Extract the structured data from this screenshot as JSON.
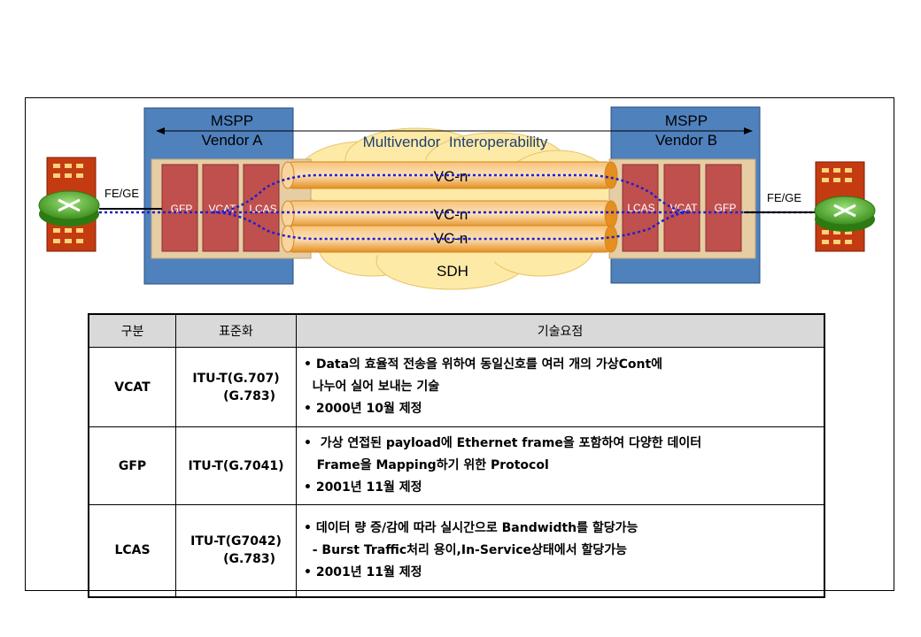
{
  "diagram": {
    "vendor_a": {
      "title": "MSPP",
      "subtitle": "Vendor A",
      "modules": [
        "GFP",
        "VCAT",
        "LCAS"
      ]
    },
    "vendor_b": {
      "title": "MSPP",
      "subtitle": "Vendor B",
      "modules": [
        "LCAS",
        "VCAT",
        "GFP"
      ]
    },
    "interop_label": "Multivendor  Interoperability",
    "pipes": [
      "VC-n",
      "VC-n",
      "VC-n"
    ],
    "cloud_label": "SDH",
    "left_port": "FE/GE",
    "right_port": "FE/GE",
    "colors": {
      "vendor_box": "#4f81bd",
      "module": "#c0504d",
      "inner": "#e6cda4",
      "pipe": "#f2a134",
      "cloud": "#fdeaa7",
      "dotted_line": "#1f1fcf"
    }
  },
  "table": {
    "headers": [
      "구분",
      "표준화",
      "기술요점"
    ],
    "rows": [
      {
        "category": "VCAT",
        "standard": [
          "ITU-T(G.707)",
          "(G.783)"
        ],
        "points": [
          "• Data의 효율적 전송을 위하여 동일신호를 여러 개의 가상Cont에",
          "  나누어 실어 보내는 기술",
          "• 2000년 10월 제정"
        ]
      },
      {
        "category": "GFP",
        "standard": [
          "ITU-T(G.7041)"
        ],
        "points": [
          "•  가상 연접된 payload에 Ethernet frame을 포함하여 다양한 데이터",
          "   Frame을 Mapping하기 위한 Protocol",
          "• 2001년 11월 제정"
        ]
      },
      {
        "category": "LCAS",
        "standard": [
          "ITU-T(G7042)",
          "(G.783)"
        ],
        "points": [
          "• 데이터 량 증/감에 따라 실시간으로 Bandwidth를 할당가능",
          "  - Burst Traffic처리 용이,In-Service상태에서 할당가능",
          "• 2001년 11월 제정"
        ]
      }
    ]
  }
}
